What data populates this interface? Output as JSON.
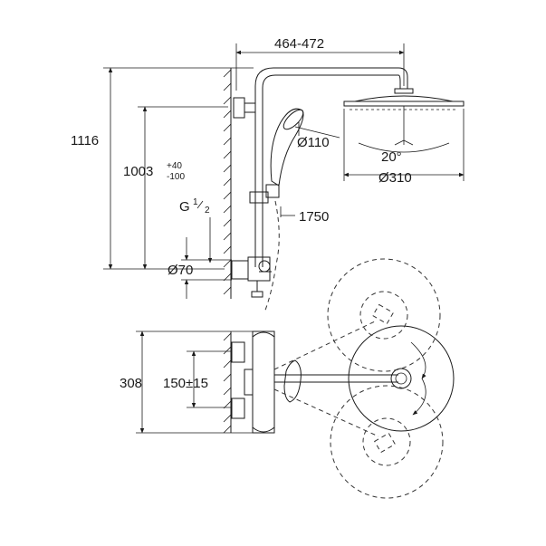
{
  "dimensions": {
    "arm_width": "464-472",
    "total_height": "1116",
    "head_height": "1003",
    "head_tol_plus": "+40",
    "head_tol_minus": "-100",
    "thread_g": "G",
    "thread_num": "1",
    "thread_den": "2",
    "outlet_dia": "Ø70",
    "hand_shower_dia": "Ø110",
    "hose_length": "1750",
    "tilt_angle": "20°",
    "head_dia": "Ø310",
    "plan_depth": "308",
    "inlet_spacing": "150±15"
  },
  "colors": {
    "line": "#1a1a1a",
    "background": "#ffffff"
  }
}
